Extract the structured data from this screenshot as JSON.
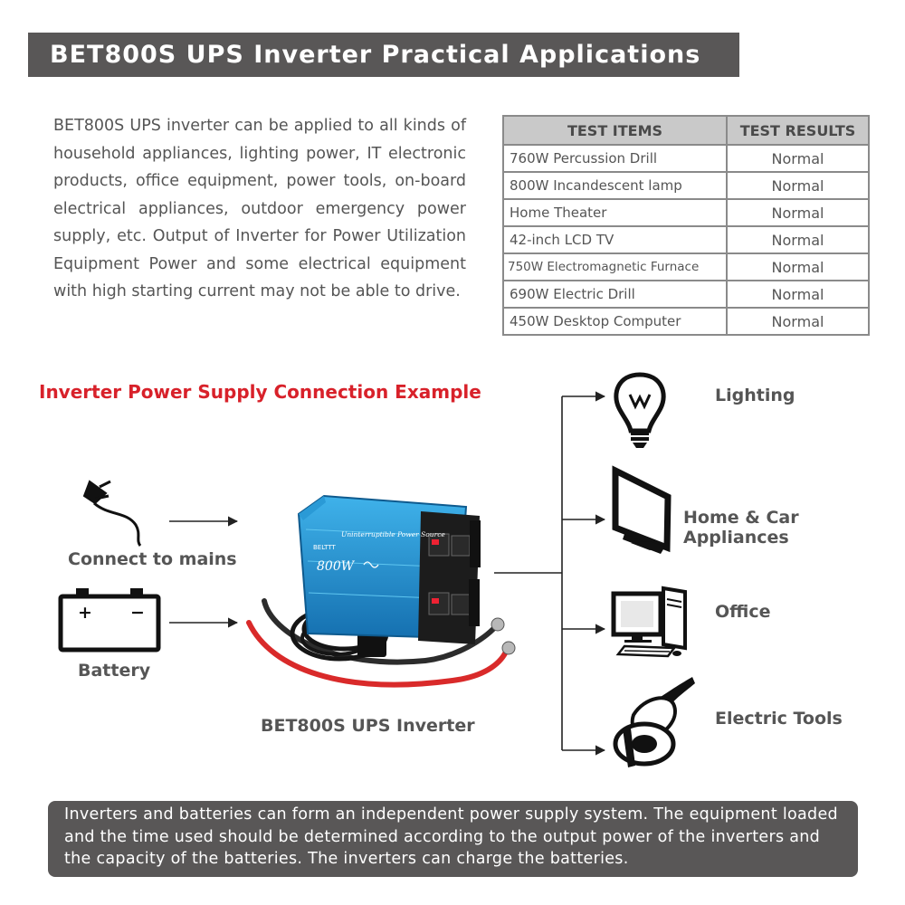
{
  "header": {
    "title": "BET800S UPS Inverter Practical Applications"
  },
  "intro": {
    "text": "BET800S UPS inverter can be applied to all kinds of household appliances, lighting power, IT electronic products, office equipment, power tools, on-board electrical appliances, outdoor emergency power supply, etc. Output of Inverter for Power Utilization Equipment Power and some electrical equipment with high starting current may not be able to drive."
  },
  "table": {
    "headers": [
      "TEST ITEMS",
      "TEST RESULTS"
    ],
    "rows": [
      [
        "760W Percussion Drill",
        "Normal"
      ],
      [
        "800W Incandescent lamp",
        "Normal"
      ],
      [
        "Home Theater",
        "Normal"
      ],
      [
        "42-inch LCD TV",
        "Normal"
      ],
      [
        "750W Electromagnetic Furnace",
        "Normal"
      ],
      [
        "690W Electric Drill",
        "Normal"
      ],
      [
        "450W Desktop Computer",
        "Normal"
      ]
    ]
  },
  "diagram": {
    "title": "Inverter Power Supply Connection Example",
    "inputs": {
      "mains": "Connect to mains",
      "battery": "Battery"
    },
    "battery_terminals": {
      "positive": "+",
      "negative": "−"
    },
    "inverter_label": "BET800S UPS Inverter",
    "device_text": {
      "brand": "BELTTT",
      "watt": "800W",
      "name": "Uninterruptible Power Source"
    },
    "outputs": {
      "lighting": "Lighting",
      "appliances": "Home & Car Appliances",
      "office": "Office",
      "tools": "Electric Tools"
    }
  },
  "footer": {
    "text": "Inverters and batteries can form an independent power supply system. The equipment loaded and the time used should be determined according to the output power of the inverters and the capacity of the batteries. The inverters can charge the batteries."
  },
  "colors": {
    "header_bg": "#595757",
    "accent_red": "#d8212a",
    "device_blue": "#1b8fd0"
  }
}
